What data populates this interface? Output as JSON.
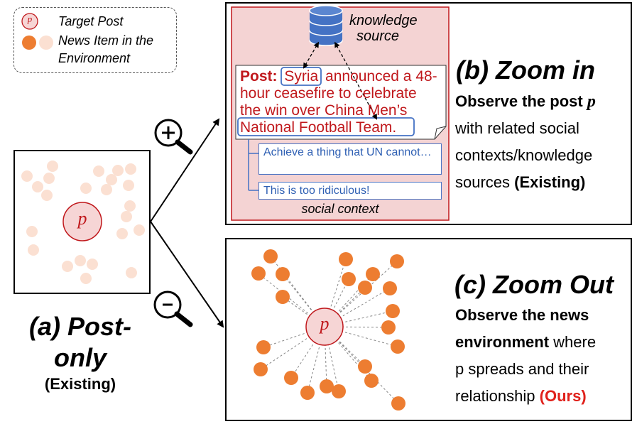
{
  "legend": {
    "target_symbol": "p",
    "target_label": "Target Post",
    "news_label_1": "News Item in the",
    "news_label_2": "Environment"
  },
  "panel_a": {
    "p_label": "p",
    "title_1": "(a) Post-",
    "title_2": "only",
    "tag": "(Existing)"
  },
  "icons": {
    "zoom_in": "+",
    "zoom_out": "-"
  },
  "panel_b": {
    "knowledge_1": "knowledge",
    "knowledge_2": "source",
    "post_prefix": "Post:",
    "post_syria": "Syria",
    "post_rest_1": " announced a 48-",
    "post_line_2": "hour ceasefire to celebrate",
    "post_line_3": "the win over China Men’s",
    "post_line_4": "National Football Team.",
    "comment_1": "Achieve a thing that UN cannot…",
    "comment_2": "This is too ridiculous!",
    "social_context": "social context",
    "title": "(b) Zoom in",
    "desc_1": "Observe the post ",
    "desc_p": "p",
    "desc_2": "with related social",
    "desc_3": "contexts/knowledge",
    "desc_4": "sources ",
    "desc_4b": "(Existing)"
  },
  "panel_c": {
    "p_label": "p",
    "title": "(c) Zoom Out",
    "desc_1": "Observe the news",
    "desc_2a": "environment",
    "desc_2b": " where",
    "desc_3": "p spreads and their",
    "desc_4": "relationship ",
    "desc_4b": "(Ours)"
  },
  "colors": {
    "orange": "#ed7d31",
    "light_orange": "#fbe0d2",
    "target_fill": "#f6d5d5",
    "target_stroke": "#c0181c",
    "panel_b_fill": "#f4d3d3",
    "db_blue": "#4472c4",
    "comment_blue": "#2e5fb3"
  }
}
